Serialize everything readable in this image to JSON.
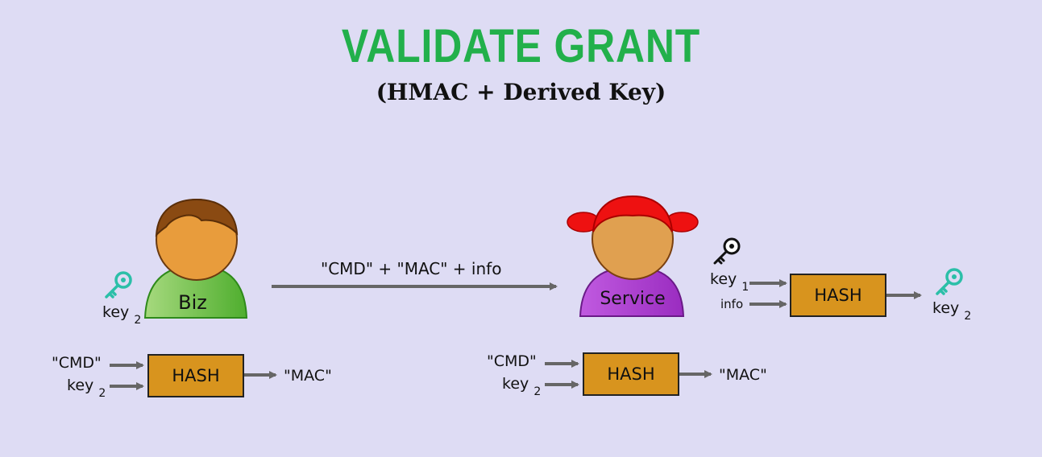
{
  "title": "VALIDATE GRANT",
  "subtitle": "(HMAC + Derived Key)",
  "message": "\"CMD\" + \"MAC\" + info",
  "biz": {
    "label": "Biz",
    "key_label": "key",
    "key_sub": "2"
  },
  "service": {
    "label": "Service",
    "key_icon": "key-icon-black",
    "derive": {
      "input1": "key",
      "input1_sub": "1",
      "input2": "info",
      "box": "HASH",
      "output": "key",
      "output_sub": "2"
    }
  },
  "biz_hash": {
    "input1": "\"CMD\"",
    "input2": "key",
    "input2_sub": "2",
    "box": "HASH",
    "output": "\"MAC\""
  },
  "service_hash": {
    "input1": "\"CMD\"",
    "input2": "key",
    "input2_sub": "2",
    "box": "HASH",
    "output": "\"MAC\""
  },
  "colors": {
    "background": "#dedcf4",
    "title": "#22b04b",
    "hash_box": "#d8941e",
    "key_teal": "#2bbfa8",
    "biz_shirt": "#5cba3c",
    "service_shirt": "#a834c8",
    "service_hair": "#ee1111",
    "biz_hair": "#8a4a12",
    "face": "#e8a040"
  }
}
